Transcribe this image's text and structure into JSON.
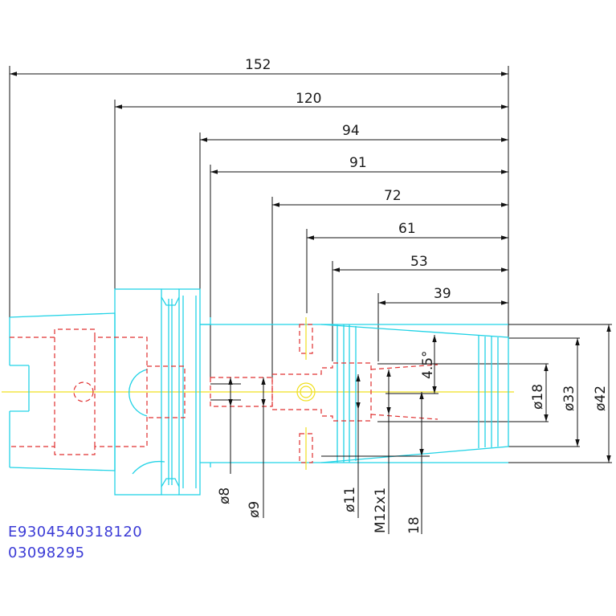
{
  "dimensions": {
    "length_152": "152",
    "length_120": "120",
    "length_94": "94",
    "length_91": "91",
    "length_72": "72",
    "length_61": "61",
    "length_53": "53",
    "length_39": "39",
    "angle": "4.5°",
    "dia_18": "ø18",
    "dia_33": "ø33",
    "dia_42": "ø42",
    "dia_8": "ø8",
    "dia_9": "ø9",
    "dia_11": "ø11",
    "thread": "M12x1",
    "depth_18": "18"
  },
  "part_codes": {
    "line1": "E9304540318120",
    "line2": "03098295"
  },
  "colors": {
    "outline": "#22d3e6",
    "hidden": "#e03030",
    "centerline": "#f0e020",
    "dimension": "#111111",
    "text_code": "#3b3bd6"
  }
}
